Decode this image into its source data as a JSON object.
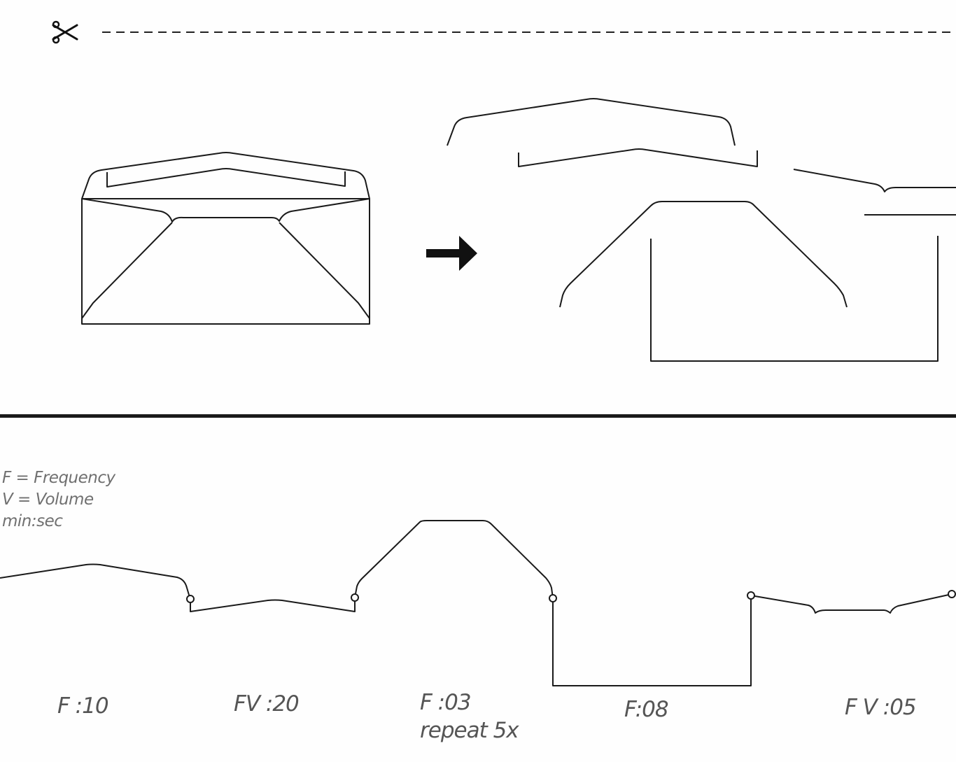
{
  "cut_line": {
    "icon": "scissors-icon"
  },
  "arrow": {
    "icon": "right-arrow-icon"
  },
  "legend": {
    "lines": [
      "F = Frequency",
      "V = Volume",
      "min:sec"
    ]
  },
  "segments": [
    {
      "label": "F :10"
    },
    {
      "label": "FV :20"
    },
    {
      "label": "F :03",
      "note": "repeat 5x"
    },
    {
      "label": "F:08"
    },
    {
      "label": "F V :05"
    }
  ],
  "colors": {
    "line": "#1a1a1a",
    "label_text": "#555555",
    "legend_text": "#707070"
  }
}
